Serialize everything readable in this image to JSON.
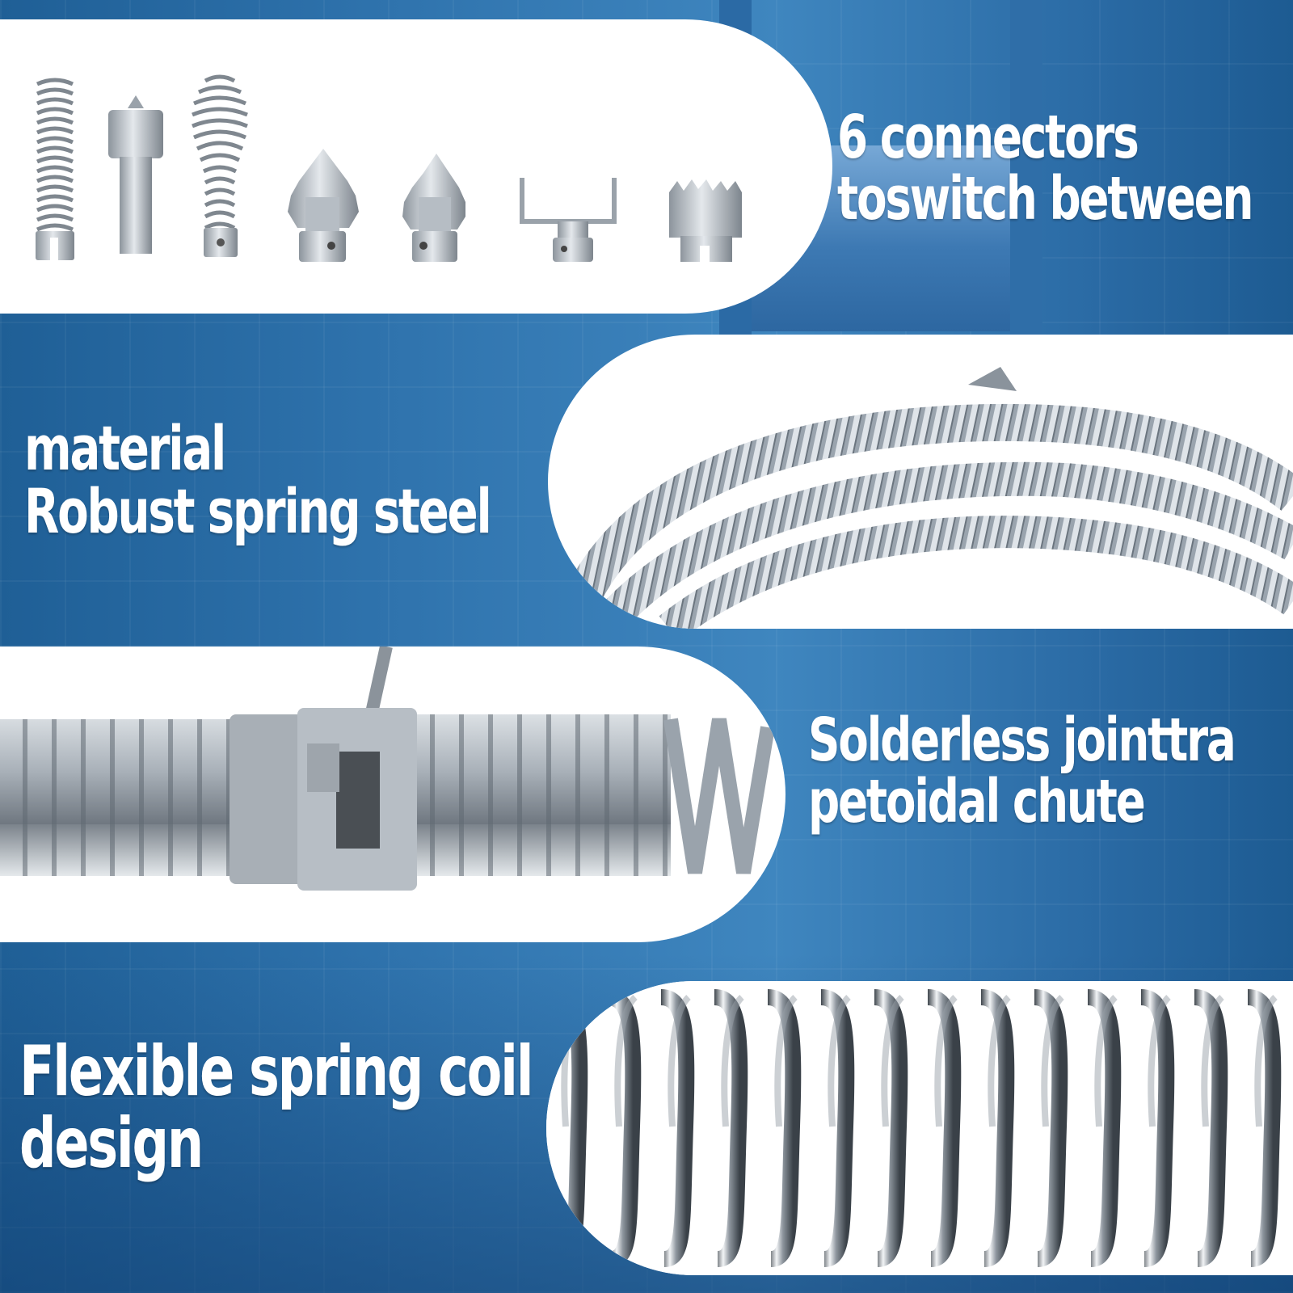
{
  "colors": {
    "background_blue": "#2f73ad",
    "card_white": "#ffffff",
    "caption_text": "#ffffff",
    "steel": "#b9c0c7"
  },
  "sections": [
    {
      "id": "connectors",
      "caption": [
        "6 connectors",
        "toswitch between"
      ],
      "image": "drain-auger-connector-heads"
    },
    {
      "id": "material",
      "caption": [
        "material",
        "Robust spring steel"
      ],
      "image": "coiled-spring-cable"
    },
    {
      "id": "joint",
      "caption": [
        "Solderless jointtra",
        "petoidal chute"
      ],
      "image": "cable-joint-closeup"
    },
    {
      "id": "coil",
      "caption": [
        "Flexible spring coil",
        "design"
      ],
      "image": "spring-coil-closeup"
    }
  ]
}
